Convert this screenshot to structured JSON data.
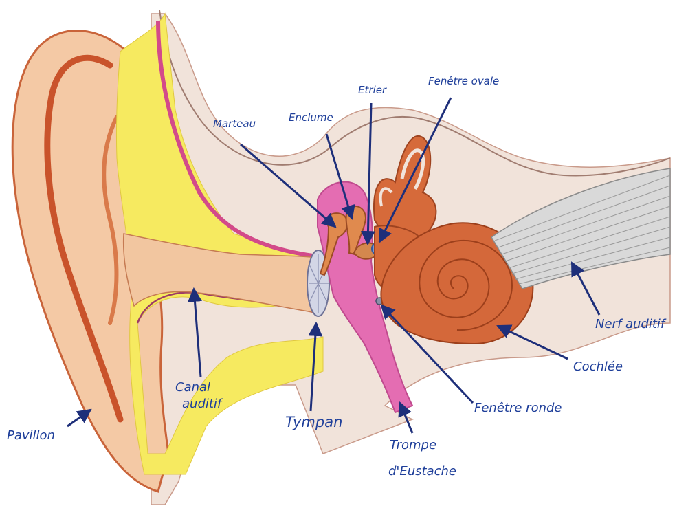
{
  "labels": {
    "pavillon": "Pavillon",
    "canal_line1": "Canal",
    "canal_line2": "auditif",
    "tympan": "Tympan",
    "trompe_line1": "Trompe",
    "trompe_line2": "d'Eustache",
    "marteau": "Marteau",
    "enclume": "Enclume",
    "etrier": "Etrier",
    "fenetre_ovale": "Fenêtre ovale",
    "fenetre_ronde": "Fenêtre ronde",
    "cochlee": "Cochlée",
    "nerf_auditif": "Nerf auditif"
  },
  "colors": {
    "label_ink": "#1f3f9a",
    "arrow_ink": "#1e2f7a",
    "skin": "#f3c8a2",
    "skin_shadow": "#d9784a",
    "cartilage_yellow": "#f7ea5a",
    "middle_ear_pink": "#e36fb4",
    "cochlea_orange": "#d76a3c",
    "bone_beige": "#efe0d6",
    "nerve_gray": "#c9c9c9",
    "eardrum_gray": "#cfd3e3",
    "stapes_blue": "#6d8fd0"
  }
}
